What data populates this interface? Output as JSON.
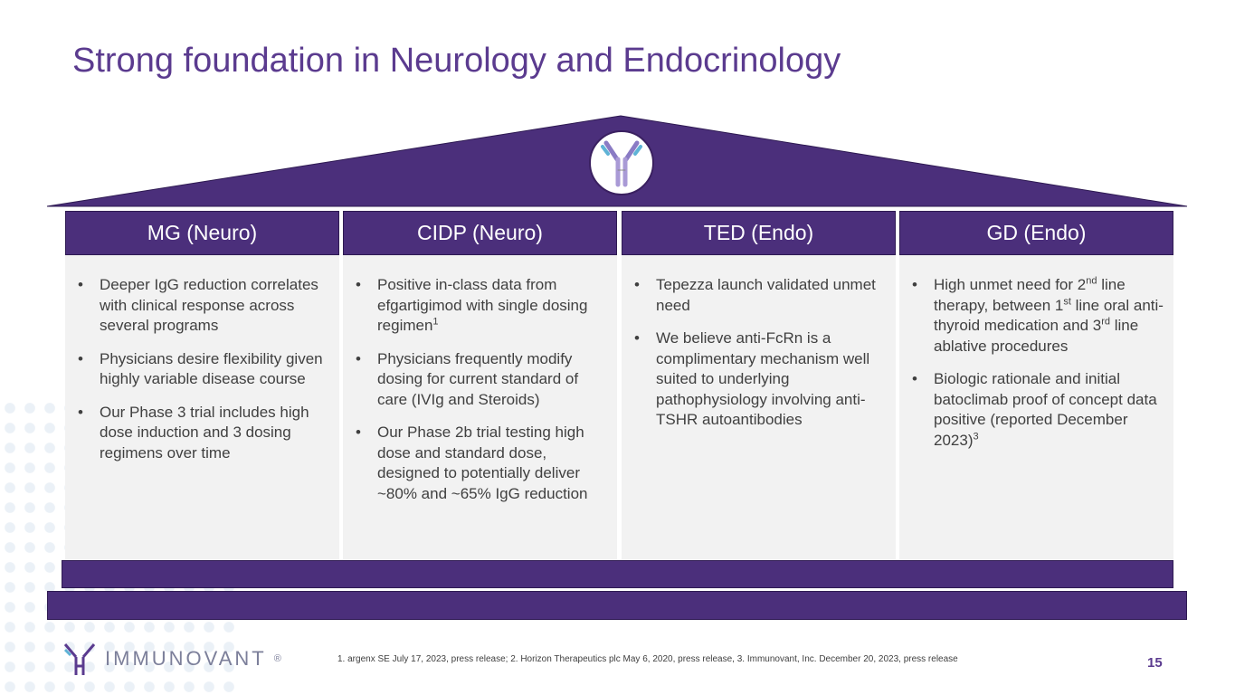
{
  "title": "Strong foundation in Neurology and Endocrinology",
  "columns": [
    {
      "header": "MG (Neuro)",
      "bullets": [
        "Deeper IgG reduction correlates with clinical response across several programs",
        "Physicians desire flexibility given highly variable disease course",
        "Our Phase 3 trial includes high dose induction and 3 dosing regimens over time"
      ]
    },
    {
      "header": "CIDP (Neuro)",
      "bullets": [
        "Positive in-class data from efgartigimod with single dosing regimen",
        "Physicians frequently modify dosing for current standard of care (IVIg and Steroids)",
        "Our Phase 2b trial testing high dose and standard dose, designed to potentially deliver ~80% and ~65% IgG reduction"
      ]
    },
    {
      "header": "TED (Endo)",
      "bullets": [
        "Tepezza launch validated unmet need",
        "We believe anti-FcRn is a complimentary mechanism well suited to underlying pathophysiology involving anti-TSHR autoantibodies"
      ]
    },
    {
      "header": "GD (Endo)",
      "bullets": [
        "High unmet need for 2",
        "Biologic rationale and initial batoclimab proof of concept data positive (reported December 2023)"
      ]
    }
  ],
  "sup": {
    "c1b0": "1",
    "c3b0a": "nd",
    "c3b0b": "st",
    "c3b0c": "rd",
    "c3b1": "3"
  },
  "gd_b0_parts": [
    " line therapy, between 1",
    " line oral anti-thyroid medication and 3",
    " line ablative procedures"
  ],
  "logo": {
    "text": "IMMUNOVANT",
    "reg": "®"
  },
  "footnote": "1. argenx SE July 17, 2023, press release; 2. Horizon Therapeutics plc May 6, 2020, press release, 3. Immunovant, Inc. December 20, 2023, press release",
  "page_number": "15"
}
